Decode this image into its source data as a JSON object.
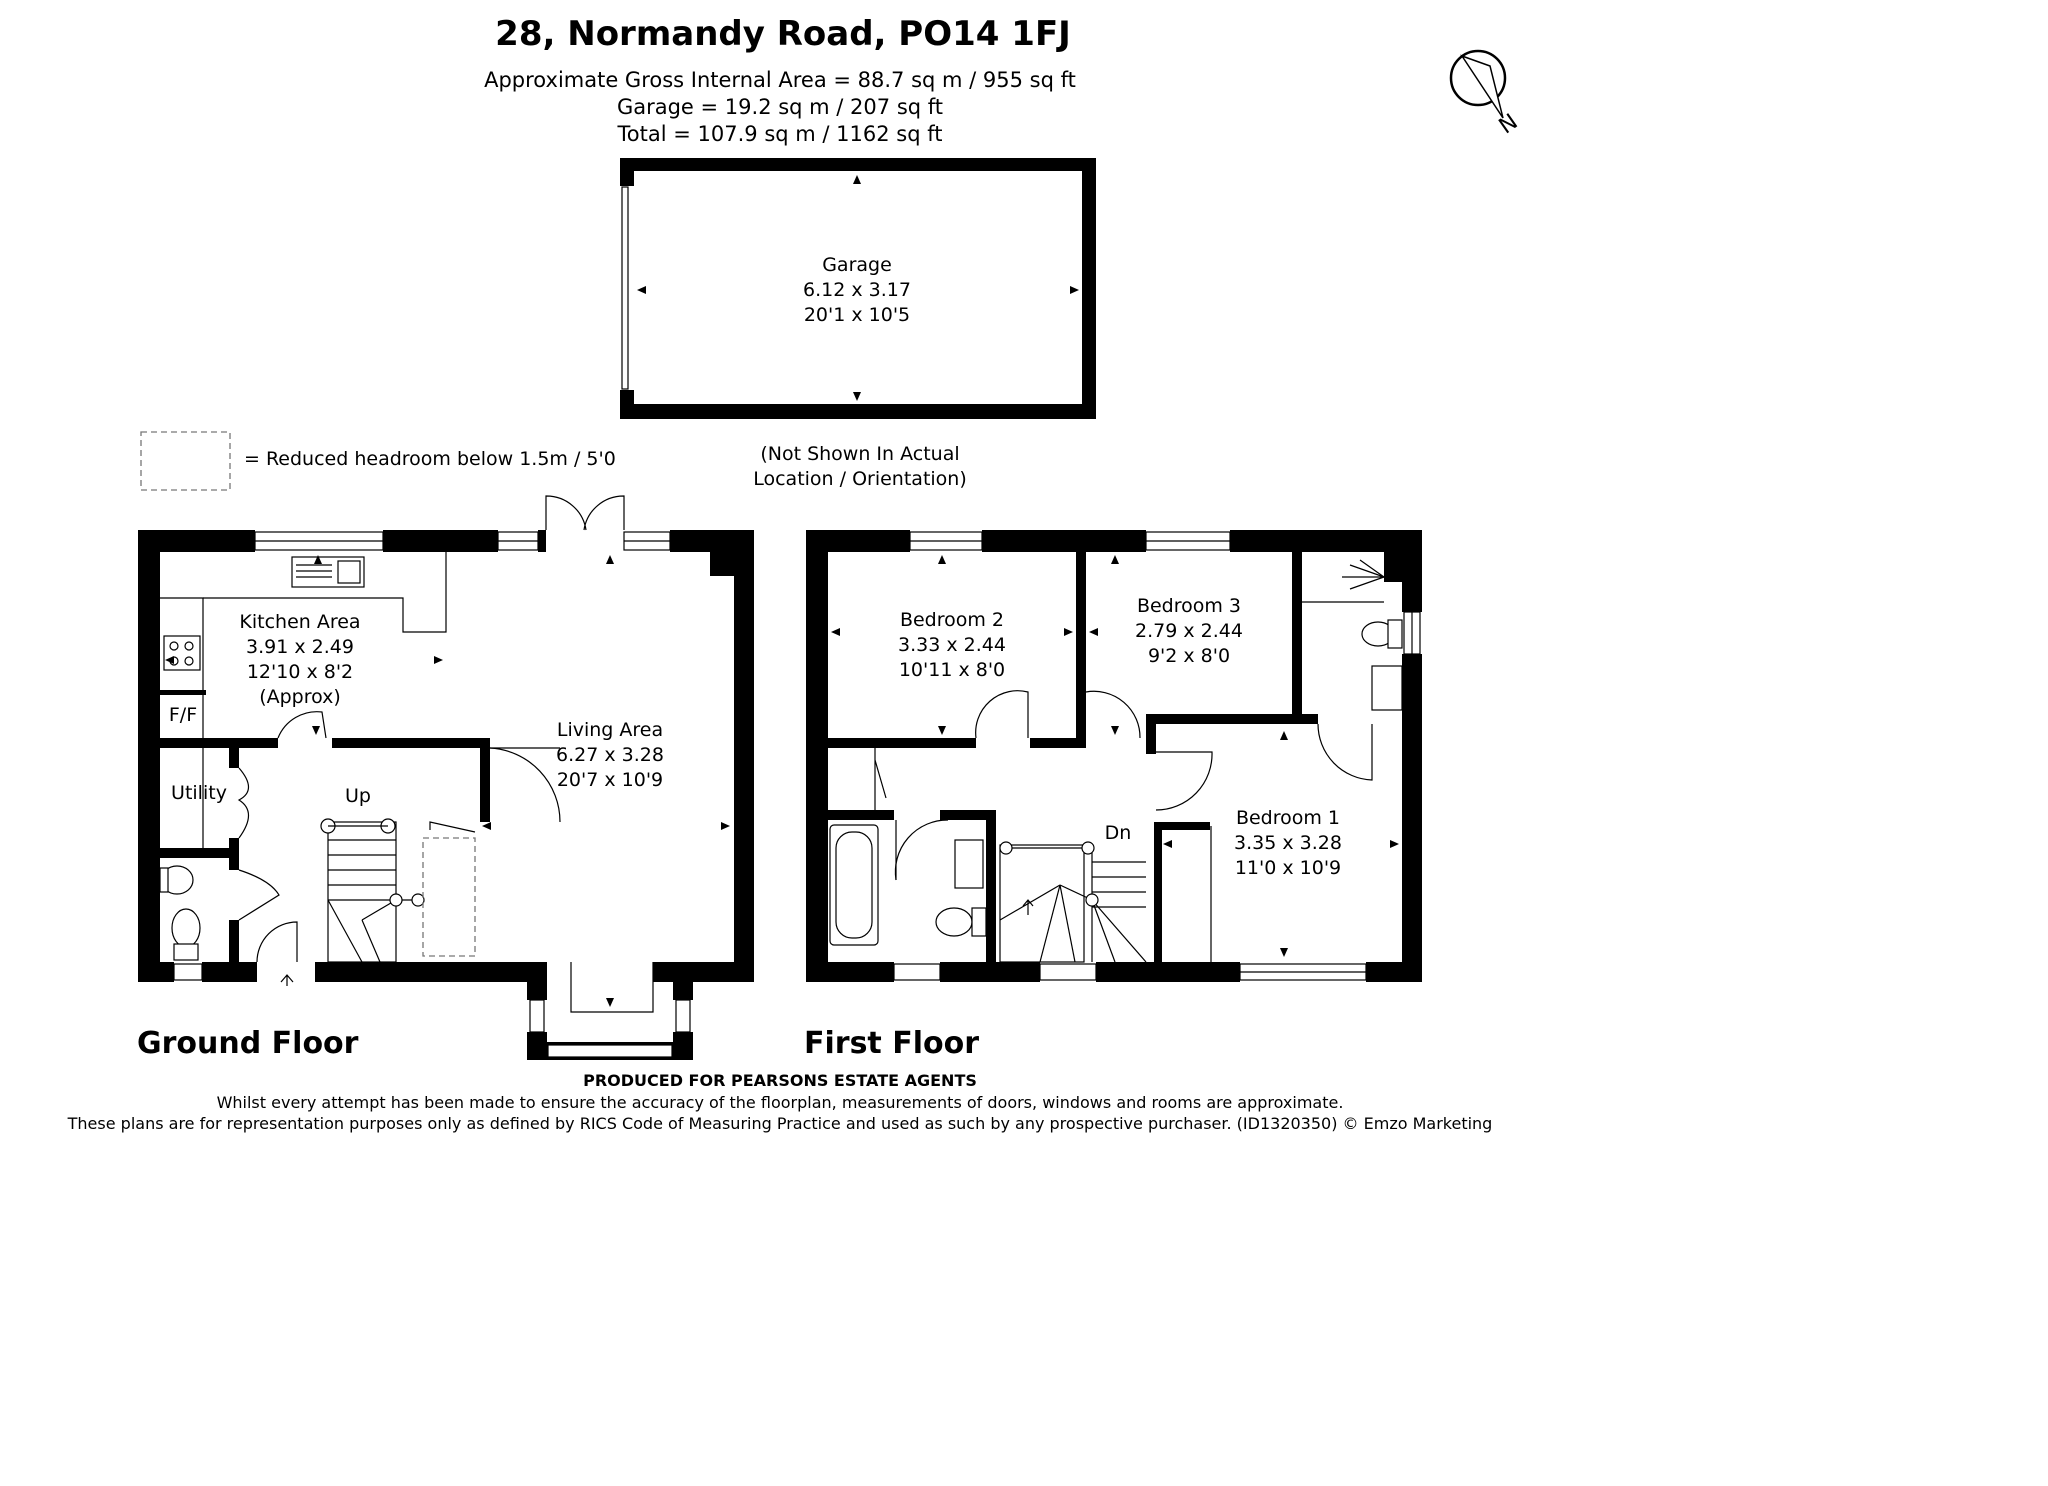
{
  "header": {
    "title": "28, Normandy Road, PO14 1FJ",
    "area_lines": [
      "Approximate Gross Internal Area = 88.7 sq m / 955 sq ft",
      "Garage = 19.2 sq m / 207 sq ft",
      "Total = 107.9 sq m / 1162 sq ft"
    ]
  },
  "compass": {
    "label": "N"
  },
  "legend": {
    "text": "= Reduced headroom below 1.5m / 5'0"
  },
  "garage_note": {
    "lines": [
      "(Not Shown In Actual",
      "Location / Orientation)"
    ]
  },
  "rooms": {
    "garage": {
      "name": "Garage",
      "metric": "6.12 x 3.17",
      "imperial": "20'1 x 10'5"
    },
    "kitchen": {
      "name": "Kitchen Area",
      "metric": "3.91 x 2.49",
      "imperial": "12'10 x 8'2",
      "note": "(Approx)"
    },
    "living": {
      "name": "Living Area",
      "metric": "6.27 x 3.28",
      "imperial": "20'7 x 10'9"
    },
    "bedroom2": {
      "name": "Bedroom 2",
      "metric": "3.33 x 2.44",
      "imperial": "10'11 x 8'0"
    },
    "bedroom3": {
      "name": "Bedroom 3",
      "metric": "2.79 x 2.44",
      "imperial": "9'2 x 8'0"
    },
    "bedroom1": {
      "name": "Bedroom 1",
      "metric": "3.35 x 3.28",
      "imperial": "11'0 x 10'9"
    }
  },
  "labels": {
    "ff": "F/F",
    "utility": "Utility",
    "up": "Up",
    "dn": "Dn"
  },
  "floors": {
    "ground": "Ground Floor",
    "first": "First Floor"
  },
  "footer": {
    "producer": "PRODUCED FOR PEARSONS ESTATE AGENTS",
    "disclaimer1": "Whilst every attempt has been made to ensure the accuracy of the floorplan, measurements of doors, windows and rooms are approximate.",
    "disclaimer2": "These plans are for representation purposes only as defined by RICS Code of Measuring Practice and used as such by any prospective purchaser. (ID1320350) © Emzo Marketing"
  }
}
